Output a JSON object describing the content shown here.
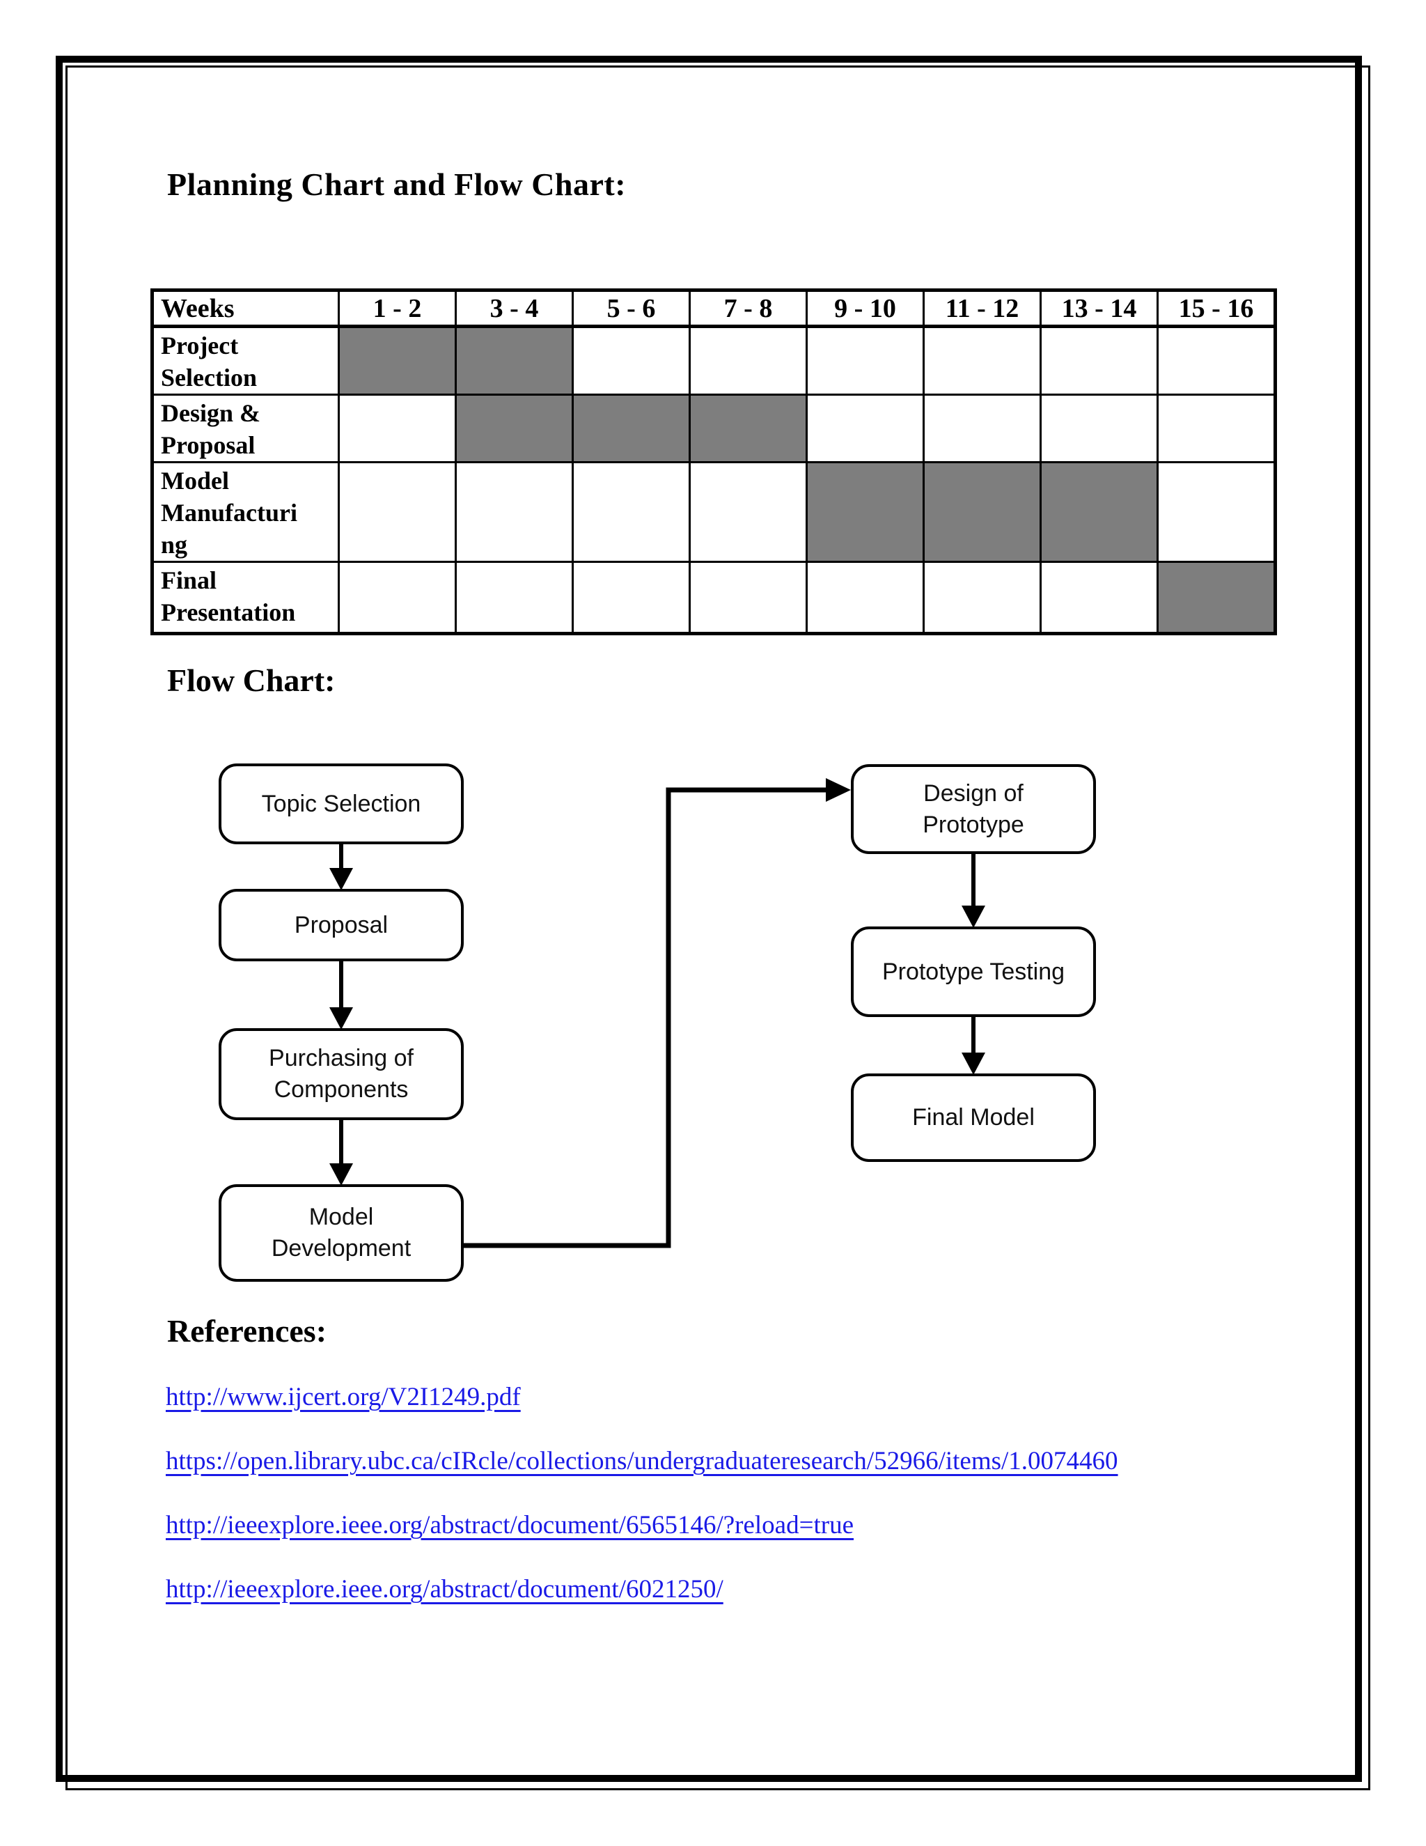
{
  "document": {
    "title": "Planning Chart and Flow Chart:",
    "flow_chart_heading": "Flow Chart:",
    "references_heading": "References:"
  },
  "planning_table": {
    "weeks_label": "Weeks",
    "week_columns": [
      "1 - 2",
      "3 - 4",
      "5 - 6",
      "7 - 8",
      "9 - 10",
      "11 - 12",
      "13 - 14",
      "15 - 16"
    ],
    "rows": [
      {
        "label": "Project\nSelection",
        "filled_columns": [
          0,
          1
        ]
      },
      {
        "label": "Design &\nProposal",
        "filled_columns": [
          1,
          2,
          3
        ]
      },
      {
        "label": "Model\nManufacturi\nng",
        "filled_columns": [
          4,
          5,
          6
        ]
      },
      {
        "label": "Final\nPresentation",
        "filled_columns": [
          7
        ]
      }
    ],
    "fill_color": "#7e7e7e"
  },
  "flow_chart": {
    "boxes": {
      "topic_selection": "Topic Selection",
      "proposal": "Proposal",
      "purchasing": "Purchasing of\nComponents",
      "model_development": "Model\nDevelopment",
      "design_of_prototype": "Design of\nPrototype",
      "prototype_testing": "Prototype Testing",
      "final_model": "Final Model"
    }
  },
  "references": {
    "link_color": "#1a1ae6",
    "links": [
      "http://www.ijcert.org/V2I1249.pdf",
      "https://open.library.ubc.ca/cIRcle/collections/undergraduateresearch/52966/items/1.0074460",
      "http://ieeexplore.ieee.org/abstract/document/6565146/?reload=true",
      "http://ieeexplore.ieee.org/abstract/document/6021250/"
    ]
  }
}
